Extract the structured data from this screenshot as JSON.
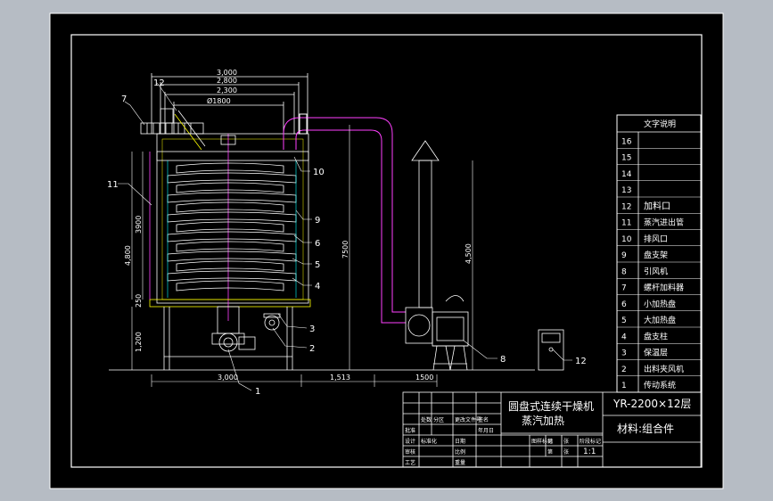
{
  "colors": {
    "background": "#b6bcc4",
    "sheet": "#000000",
    "line": "#ffffff",
    "duct": "#ff40ff",
    "accent": "#ffff00",
    "cyan": "#00ffff"
  },
  "dimensions": {
    "top": [
      "3,000",
      "2,800",
      "2,300",
      "Ø1800"
    ],
    "height_body": "3900",
    "height_total": "4,800",
    "height_stand": "1,200",
    "height_duct": "7500",
    "height_chimney": "4,500",
    "base_width": "3,000",
    "gap": "1,513",
    "fan_span": "1500",
    "small_dim": "250"
  },
  "callouts": [
    "1",
    "2",
    "3",
    "4",
    "5",
    "6",
    "7",
    "8",
    "9",
    "10",
    "11",
    "12"
  ],
  "parts_list": {
    "header": "文字说明",
    "rows": [
      {
        "no": "16",
        "name": ""
      },
      {
        "no": "15",
        "name": ""
      },
      {
        "no": "14",
        "name": ""
      },
      {
        "no": "13",
        "name": ""
      },
      {
        "no": "12",
        "name": "加料口"
      },
      {
        "no": "11",
        "name": "蒸汽进出管"
      },
      {
        "no": "10",
        "name": "排风口"
      },
      {
        "no": "9",
        "name": "盘支架"
      },
      {
        "no": "8",
        "name": "引风机"
      },
      {
        "no": "7",
        "name": "螺杆加料器"
      },
      {
        "no": "6",
        "name": "小加热盘"
      },
      {
        "no": "5",
        "name": "大加热盘"
      },
      {
        "no": "4",
        "name": "盘支柱"
      },
      {
        "no": "3",
        "name": "保温层"
      },
      {
        "no": "2",
        "name": "出料夹风机"
      },
      {
        "no": "1",
        "name": "传动系统"
      }
    ]
  },
  "title_block": {
    "title_line1": "圆盘式连续干燥机",
    "title_line2": "蒸汽加热",
    "model": "YR-2200×12层",
    "material": "材料:组合件",
    "scale": "1:1",
    "cells": [
      "设计",
      "标准化",
      "审核",
      "工艺",
      "批准",
      "日期",
      "比例",
      "重量",
      "图样标记",
      "共",
      "张",
      "第",
      "张",
      "阶段标记",
      "处数",
      "分区",
      "更改文件号",
      "签名",
      "年月日"
    ]
  }
}
